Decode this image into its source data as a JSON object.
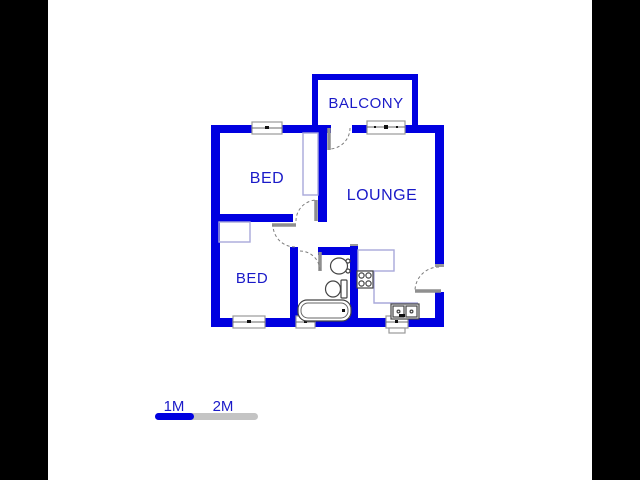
{
  "title": "Floor plan",
  "rooms": [
    {
      "name": "balcony",
      "label": "BALCONY"
    },
    {
      "name": "bed-1",
      "label": "BED"
    },
    {
      "name": "lounge",
      "label": "LOUNGE"
    },
    {
      "name": "bed-2",
      "label": "BED"
    }
  ],
  "fixtures": [
    "bathtub",
    "toilet",
    "wash-basin",
    "stove",
    "kitchen-sink"
  ],
  "scale_bar": {
    "labels": [
      "1M",
      "2M"
    ]
  },
  "colors": {
    "wall": "#0000e0",
    "room_label": "#1a1ac8",
    "door": "#8f8f8f",
    "window_frame": "#9a9a9a",
    "counter": "#a9a9da",
    "scale_blue": "#0000e0",
    "scale_gray": "#c4c4c4",
    "letterbox": "#000000",
    "background": "#ffffff"
  }
}
